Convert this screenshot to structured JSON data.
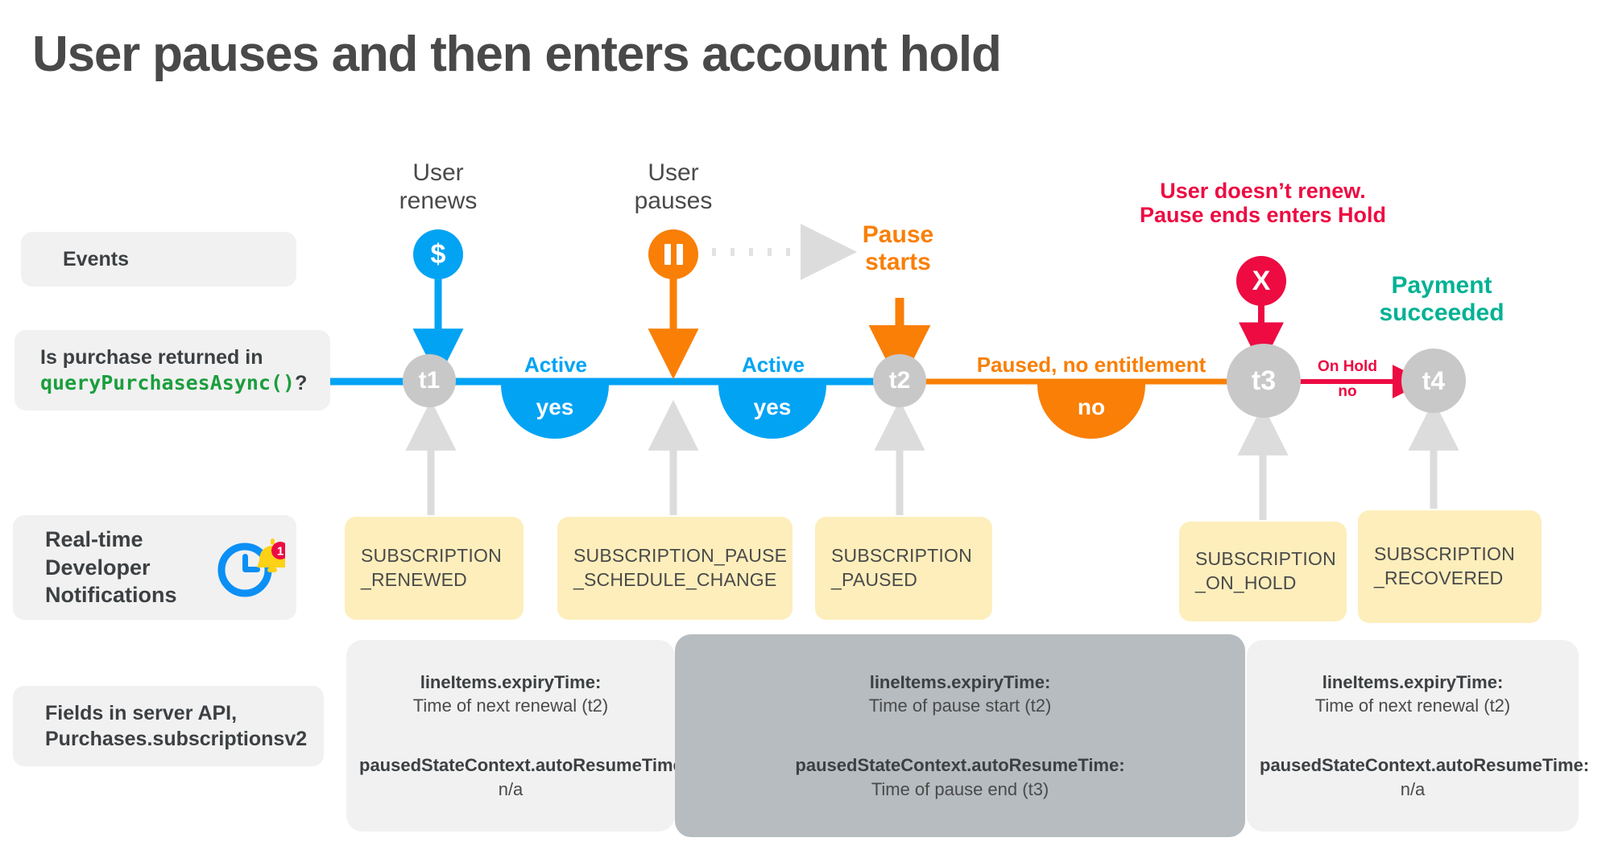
{
  "title": "User pauses and then enters account hold",
  "colors": {
    "blue": "#03a3f4",
    "orange": "#f97f06",
    "red": "#ed0b42",
    "teal": "#00b294",
    "gray_node": "#c8c8c8",
    "yellow_card": "#fdeebc",
    "light_card": "#f1f1f1",
    "dark_card": "#b6bcc0",
    "code_green": "#1b9e3e"
  },
  "rows": {
    "events": {
      "label": "Events"
    },
    "purchase": {
      "line1": "Is purchase returned in",
      "code": "queryPurchasesAsync()",
      "tail": "?"
    },
    "rtdn": {
      "line1": "Real-time",
      "line2": "Developer",
      "line3": "Notifications",
      "icon": "clock-bell-icon",
      "badge_count": "1"
    },
    "fields": {
      "line1": "Fields in server API,",
      "line2": "Purchases.subscriptionsv2"
    }
  },
  "events": [
    {
      "name": "user-renews",
      "caption_line1": "User",
      "caption_line2": "renews",
      "glyph": "$",
      "color": "#03a3f4"
    },
    {
      "name": "user-pauses",
      "caption_line1": "User",
      "caption_line2": "pauses",
      "glyph": "pause-bars",
      "color": "#f97f06"
    },
    {
      "name": "pause-starts",
      "caption_line1": "Pause",
      "caption_line2": "starts",
      "color": "#f97f06"
    },
    {
      "name": "user-doesnt-renew",
      "caption_line1": "User doesn’t renew.",
      "caption_line2": "Pause ends enters Hold",
      "glyph": "X",
      "color": "#ed0b42"
    },
    {
      "name": "payment-succeeded",
      "caption_line1": "Payment",
      "caption_line2": "succeeded",
      "color": "#00b294"
    }
  ],
  "nodes": [
    {
      "id": "t1",
      "label": "t1"
    },
    {
      "id": "t2",
      "label": "t2"
    },
    {
      "id": "t3",
      "label": "t3"
    },
    {
      "id": "t4",
      "label": "t4"
    }
  ],
  "segments": [
    {
      "id": "active-1",
      "label": "Active",
      "value": "yes",
      "color": "#03a3f4"
    },
    {
      "id": "active-2",
      "label": "Active",
      "value": "yes",
      "color": "#03a3f4"
    },
    {
      "id": "paused",
      "label": "Paused, no entitlement",
      "value": "no",
      "color": "#f97f06"
    },
    {
      "id": "on-hold",
      "label": "On Hold",
      "value": "no",
      "color": "#ed0b42"
    }
  ],
  "rtdn_cards": [
    {
      "id": "renewed",
      "line1": "SUBSCRIPTION",
      "line2": "_RENEWED"
    },
    {
      "id": "pause-schedule",
      "line1": "SUBSCRIPTION_PAUSE",
      "line2": "_SCHEDULE_CHANGE"
    },
    {
      "id": "paused",
      "line1": "SUBSCRIPTION",
      "line2": "_PAUSED"
    },
    {
      "id": "on-hold",
      "line1": "SUBSCRIPTION",
      "line2": "_ON_HOLD"
    },
    {
      "id": "recovered",
      "line1": "SUBSCRIPTION",
      "line2": "_RECOVERED"
    }
  ],
  "field_cards": [
    {
      "id": "fields-active",
      "expiry_key": "lineItems.expiryTime:",
      "expiry_val": "Time of next renewal (t2)",
      "resume_key": "pausedStateContext.autoResumeTime:",
      "resume_val": "n/a"
    },
    {
      "id": "fields-paused",
      "expiry_key": "lineItems.expiryTime:",
      "expiry_val": "Time of pause start (t2)",
      "resume_key": "pausedStateContext.autoResumeTime:",
      "resume_val": "Time of pause end (t3)"
    },
    {
      "id": "fields-recovered",
      "expiry_key": "lineItems.expiryTime:",
      "expiry_val": "Time of next renewal (t2)",
      "resume_key": "pausedStateContext.autoResumeTime:",
      "resume_val": "n/a"
    }
  ]
}
